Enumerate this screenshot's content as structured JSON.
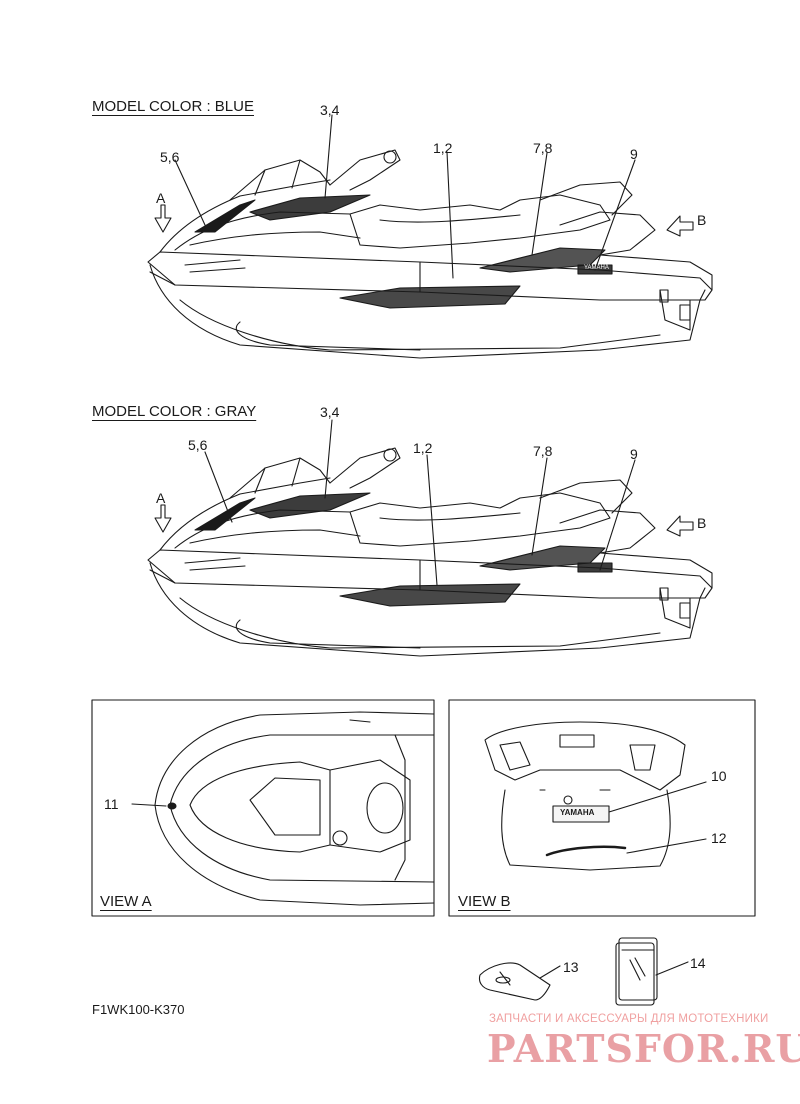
{
  "sections": [
    {
      "header": "MODEL COLOR : BLUE"
    },
    {
      "header": "MODEL COLOR : GRAY"
    }
  ],
  "callouts_blue": {
    "c34": "3,4",
    "c56": "5,6",
    "c12": "1,2",
    "c78": "7,8",
    "c9": "9",
    "arrowA": "A",
    "arrowB": "B"
  },
  "callouts_gray": {
    "c34": "3,4",
    "c56": "5,6",
    "c12": "1,2",
    "c78": "7,8",
    "c9": "9",
    "arrowA": "A",
    "arrowB": "B"
  },
  "view_a": {
    "title": "VIEW A",
    "c11": "11"
  },
  "view_b": {
    "title": "VIEW B",
    "c10": "10",
    "c12": "12",
    "badge": "YAMAHA"
  },
  "loose_parts": {
    "c13": "13",
    "c14": "14"
  },
  "decal_text": {
    "bow_logo": "YAMAHA"
  },
  "drawing_code": "F1WK100-K370",
  "watermark": {
    "tagline": "ЗАПЧАСТИ И АКСЕССУАРЫ ДЛЯ МОТОТЕХНИКИ",
    "brand": "PARTSFOR.RU"
  },
  "colors": {
    "line": "#1a1a1a",
    "watermark": "#e9a0a4"
  }
}
